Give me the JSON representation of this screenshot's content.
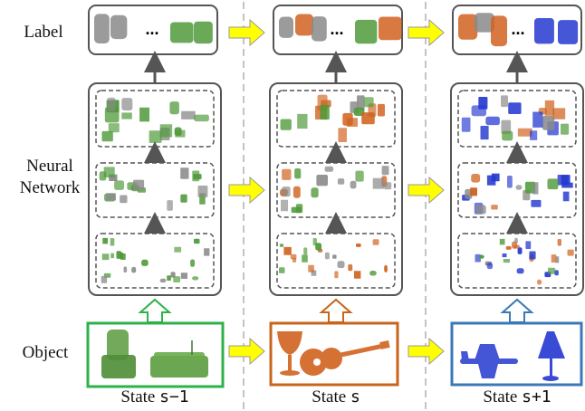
{
  "row_labels": {
    "label": "Label",
    "network_line1": "Neural",
    "network_line2": "Network",
    "object": "Object"
  },
  "states": [
    {
      "prefix": "State ",
      "suffix": "s−1",
      "object_colors": [
        "#3a8a2a"
      ],
      "border": "#2db24a"
    },
    {
      "prefix": "State ",
      "suffix": "s",
      "object_colors": [
        "#c8561c"
      ],
      "border": "#c8641c"
    },
    {
      "prefix": "State ",
      "suffix": "s+1",
      "object_colors": [
        "#2230c8"
      ],
      "border": "#3a78b8"
    }
  ],
  "ellipsis": "...",
  "colors": {
    "green": "#4f9a3a",
    "gray": "#8a8a8a",
    "orange": "#d0621e",
    "blue": "#2438d0",
    "arrow_fill": "#ffff00",
    "arrow_stroke": "#9a9a9a",
    "dark_gray": "#555555"
  },
  "icons": {
    "transition_arrow": "yellow-right-arrow",
    "input_arrow": "hollow-up-arrow",
    "layer_arrow": "gray-up-arrow"
  }
}
